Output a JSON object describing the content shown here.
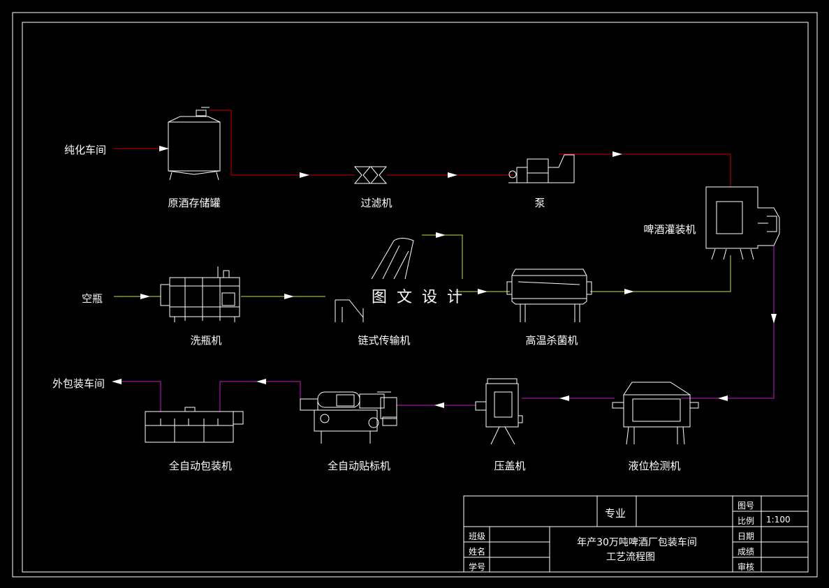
{
  "labels": {
    "source_workshop": "纯化车间",
    "storage_tank": "原酒存储罐",
    "filter": "过滤机",
    "pump": "泵",
    "filler": "啤酒灌装机",
    "empty_bottle": "空瓶",
    "bottle_washer": "洗瓶机",
    "chain_conveyor": "链式传输机",
    "sterilizer": "高温杀菌机",
    "outer_pack_workshop": "外包装车间",
    "auto_packer": "全自动包装机",
    "auto_labeler": "全自动贴标机",
    "capper": "压盖机",
    "level_inspector": "液位检测机"
  },
  "watermark": "图文设计",
  "title_block": {
    "major": "专业",
    "class": "班级",
    "name": "姓名",
    "student_id": "学号",
    "title_line1": "年产30万吨啤酒厂包装车间",
    "title_line2": "工艺流程图",
    "drawing_no": "图号",
    "scale_label": "比例",
    "scale_value": "1:100",
    "date": "日期",
    "grade": "成绩",
    "review": "审核"
  },
  "colors": {
    "line_white": "#ffffff",
    "beer_flow": "#cc0000",
    "bottle_flow": "#d8d83c",
    "package_flow": "#c81ec8"
  }
}
